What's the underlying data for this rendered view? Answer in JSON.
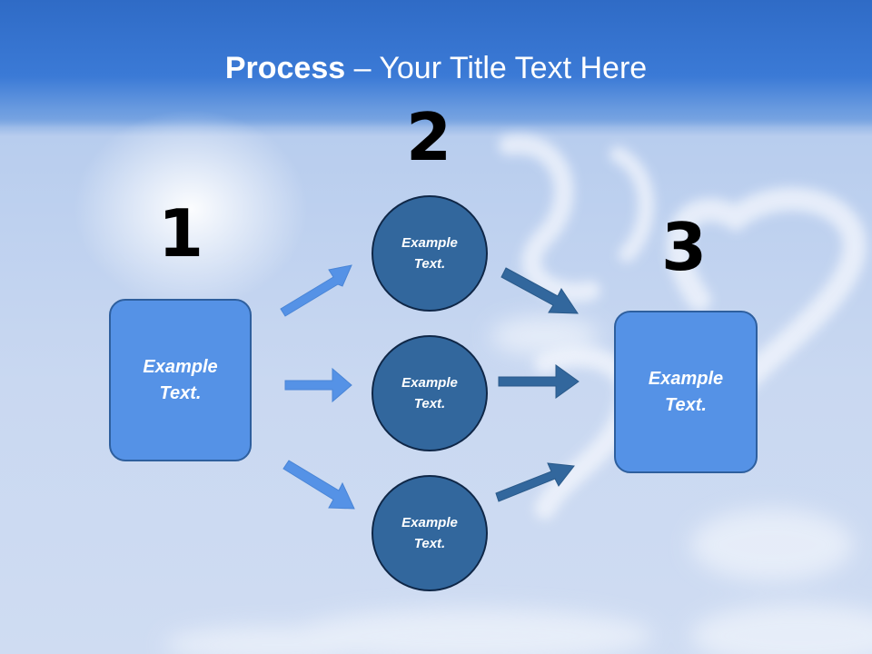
{
  "title": {
    "bold": "Process",
    "rest": " – Your Title Text Here"
  },
  "steps": {
    "one": {
      "number": "1",
      "text_line1": "Example",
      "text_line2": "Text."
    },
    "two": {
      "number": "2"
    },
    "three": {
      "number": "3",
      "text_line1": "Example",
      "text_line2": "Text."
    }
  },
  "circles": [
    {
      "text_line1": "Example",
      "text_line2": "Text."
    },
    {
      "text_line1": "Example",
      "text_line2": "Text."
    },
    {
      "text_line1": "Example",
      "text_line2": "Text."
    }
  ],
  "colors": {
    "title_band": "#3b7ad6",
    "box_fill": "#5592e6",
    "circle_fill": "#32679d",
    "left_arrow": "#5592e6",
    "right_arrow": "#32679d"
  }
}
